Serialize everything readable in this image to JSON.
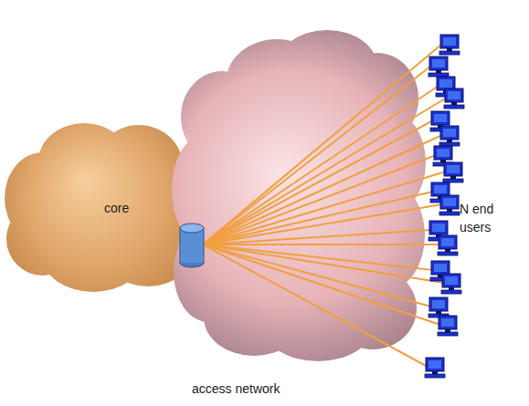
{
  "diagram": {
    "nodes": [
      {
        "text": [
          "core"
        ]
      },
      {
        "text": [
          "access network"
        ]
      }
    ],
    "labels": [
      "N end users"
    ]
  }
}
